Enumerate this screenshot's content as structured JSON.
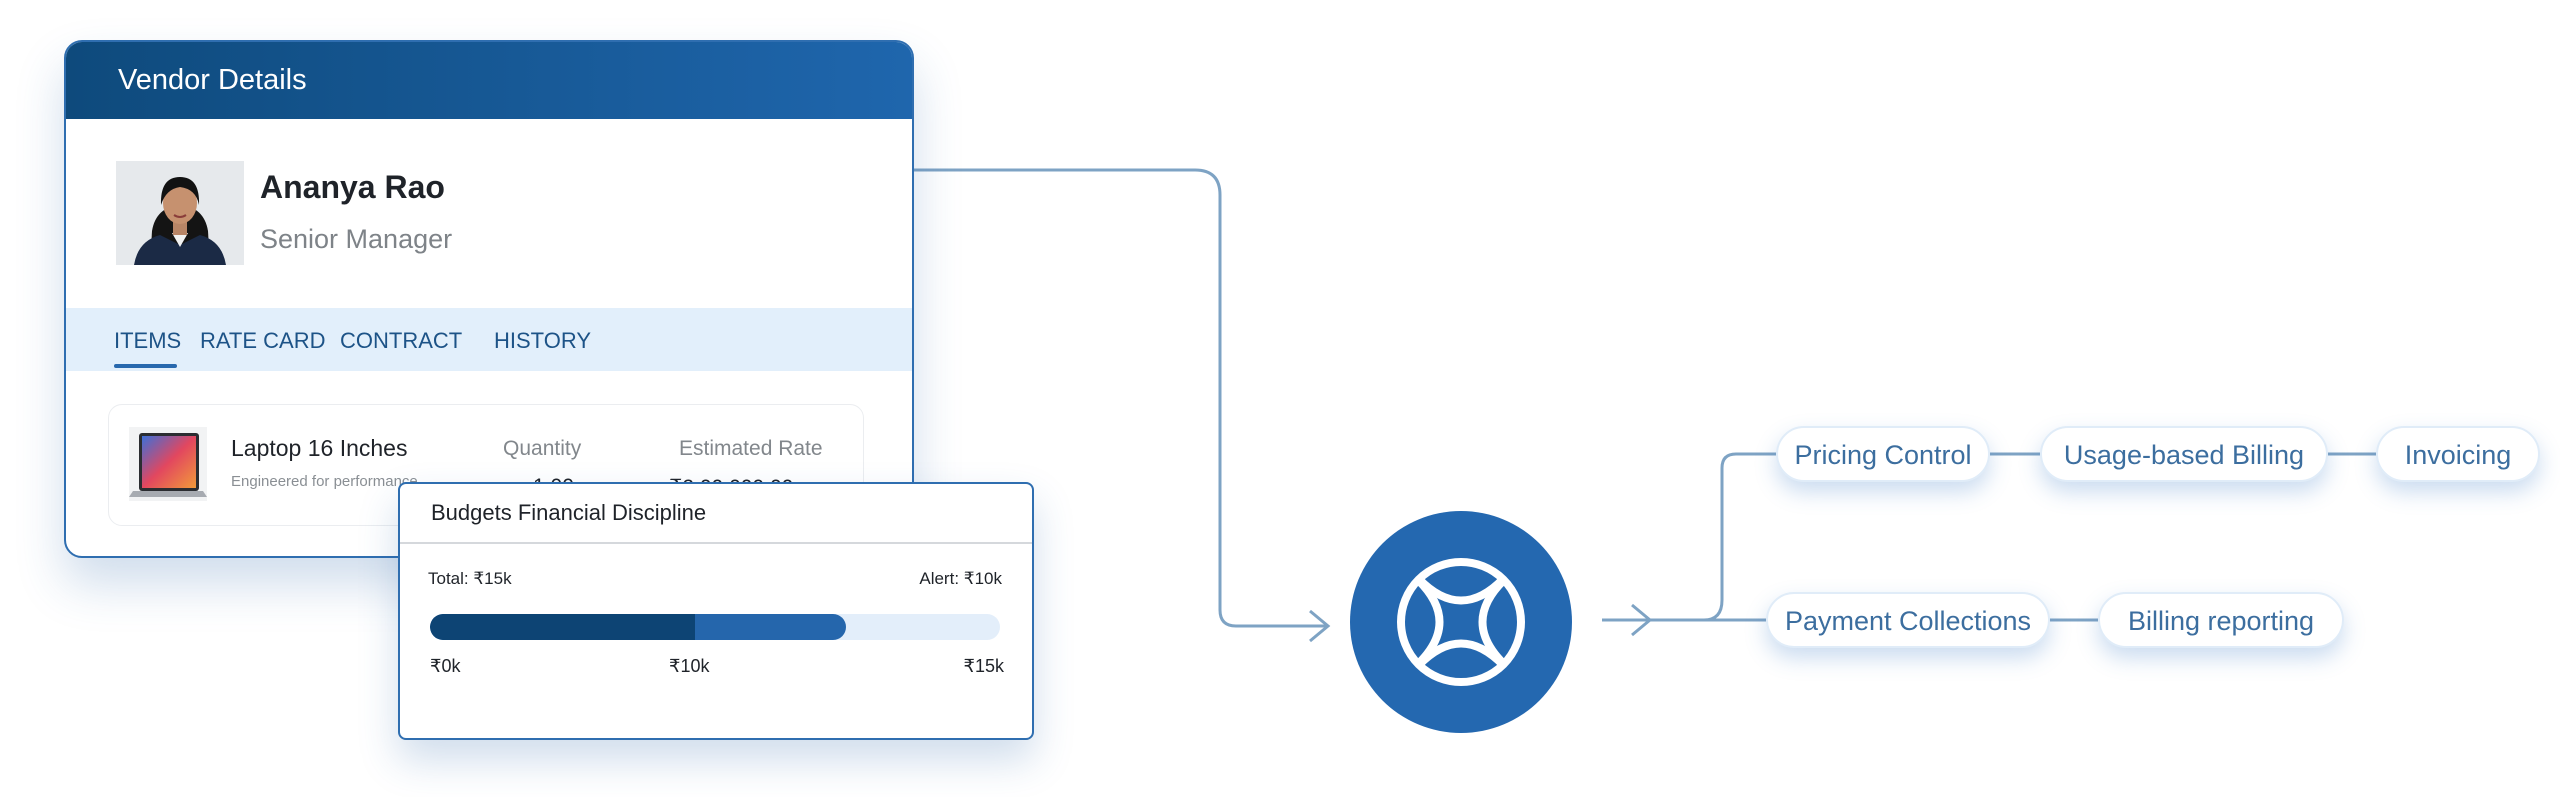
{
  "vendor_card": {
    "title": "Vendor Details",
    "name": "Ananya Rao",
    "role": "Senior Manager",
    "tabs": [
      "ITEMS",
      "RATE CARD",
      "CONTRACT",
      "HISTORY"
    ],
    "item": {
      "name": "Laptop 16 Inches",
      "description": "Engineered for performance",
      "quantity_label": "Quantity",
      "quantity_value": "1.00",
      "rate_label": "Estimated Rate",
      "rate_value": "₹2,00,000.00"
    }
  },
  "budget_card": {
    "title": "Budgets Financial Discipline",
    "total": "Total: ₹15k",
    "alert": "Alert: ₹10k",
    "spent_fraction": 0.465,
    "committed_fraction": 0.73,
    "ticks": [
      "₹0k",
      "₹10k",
      "₹15k"
    ]
  },
  "hub": {
    "icon": "globe-icon"
  },
  "features": {
    "row1": [
      "Pricing Control",
      "Usage-based Billing",
      "Invoicing"
    ],
    "row2": [
      "Payment Collections",
      "Billing reporting"
    ]
  },
  "colors": {
    "brand": "#2468b0",
    "brand_dark": "#0e4a7c",
    "connector": "#7ea3c4",
    "pill_text": "#3c6e9f"
  }
}
